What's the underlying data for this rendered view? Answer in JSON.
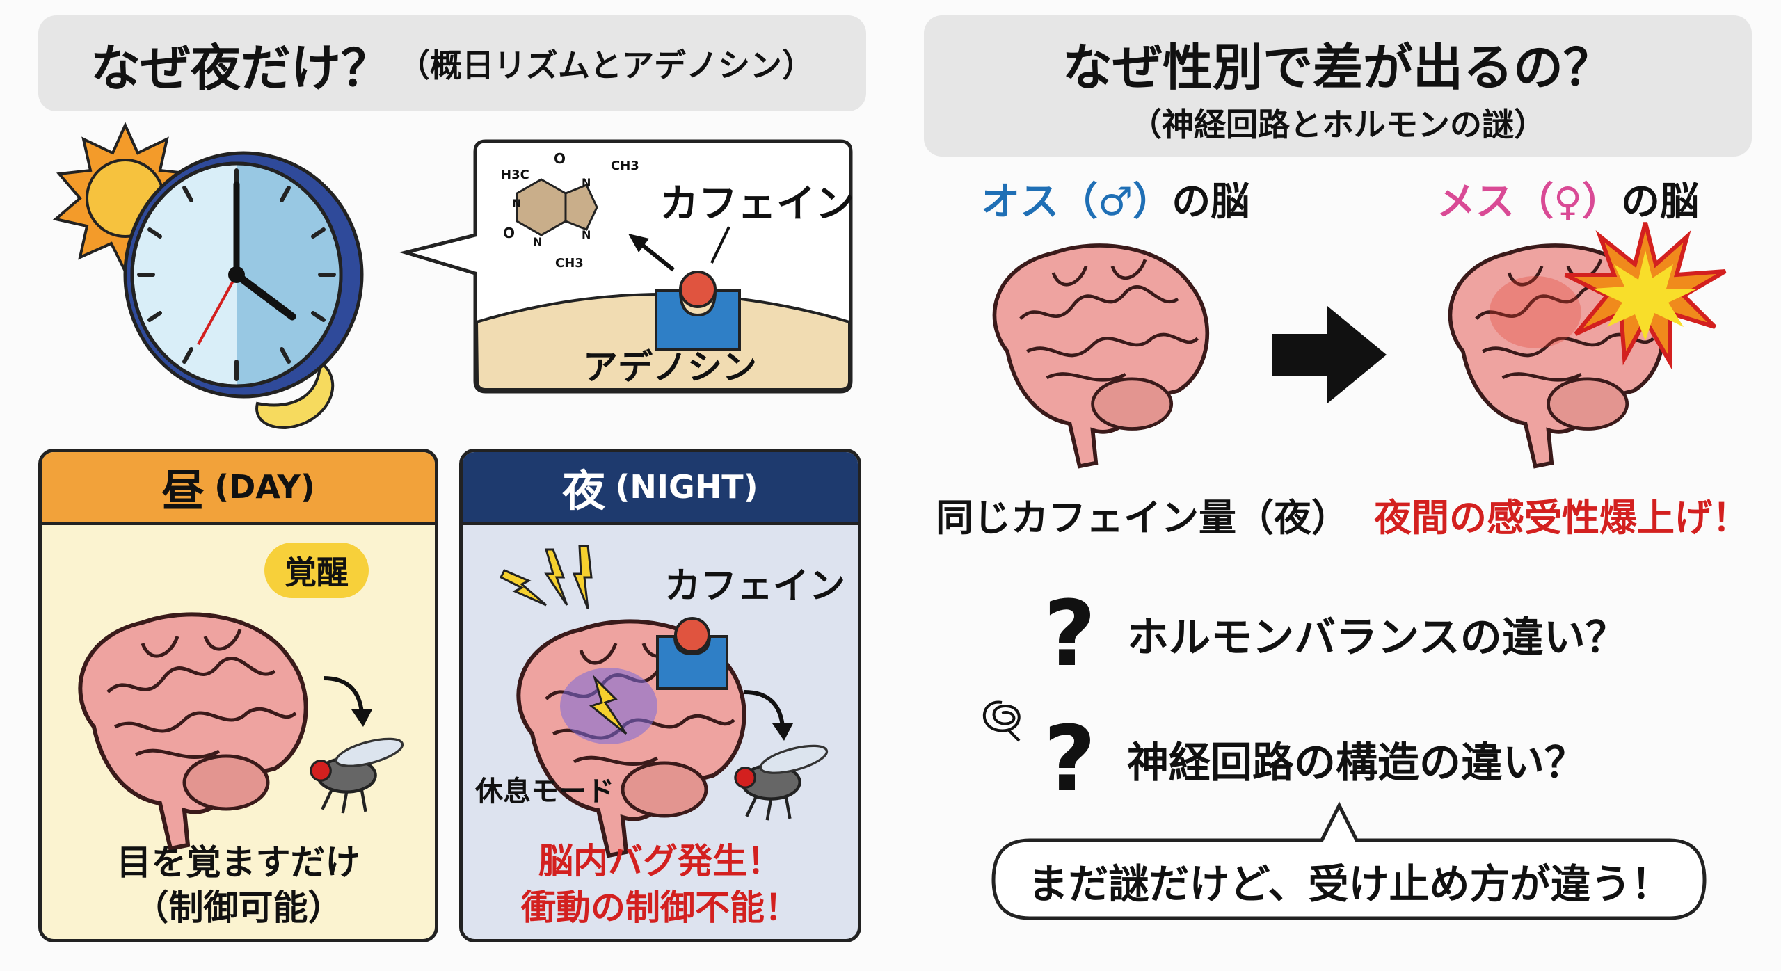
{
  "left": {
    "title": "なぜ夜だけ？",
    "title_sub": "（概日リズムとアデノシン）",
    "bubble": {
      "caffeine_label": "カフェイン",
      "adenosine_label": "アデノシン",
      "molecule": {
        "h3c": "H3C",
        "ch3_top": "CH3",
        "ch3_bottom": "CH3",
        "o_top": "O",
        "o_left": "O",
        "n1": "N",
        "n2": "N",
        "n3": "N",
        "n4": "N"
      }
    },
    "day_panel": {
      "header_kanji": "昼",
      "header_en": "(DAY)",
      "speech": "覚醒",
      "caption_line1": "目を覚ますだけ",
      "caption_line2": "（制御可能）",
      "color": "#f2a23a"
    },
    "night_panel": {
      "header_kanji": "夜",
      "header_en": "(NIGHT)",
      "caffeine_label": "カフェイン",
      "rest_label": "休息モード",
      "caption_line1": "脳内バグ発生！",
      "caption_line2": "衝動の制御不能！",
      "color": "#1e3a6e"
    }
  },
  "right": {
    "title": "なぜ性別で差が出るの？",
    "title_sub": "（神経回路とホルモンの謎）",
    "male_label_prefix": "オス（♂）",
    "female_label_prefix": "メス（♀）",
    "brain_suffix": "の脳",
    "male_caption": "同じカフェイン量（夜）",
    "female_caption": "夜間の感受性爆上げ！",
    "questions": [
      "ホルモンバランスの違い？",
      "神経回路の構造の違い？"
    ],
    "question_mark": "?",
    "conclusion": "まだ謎だけど、受け止め方が違う！",
    "male_color": "#1f6fb5",
    "female_color": "#d94a95"
  }
}
